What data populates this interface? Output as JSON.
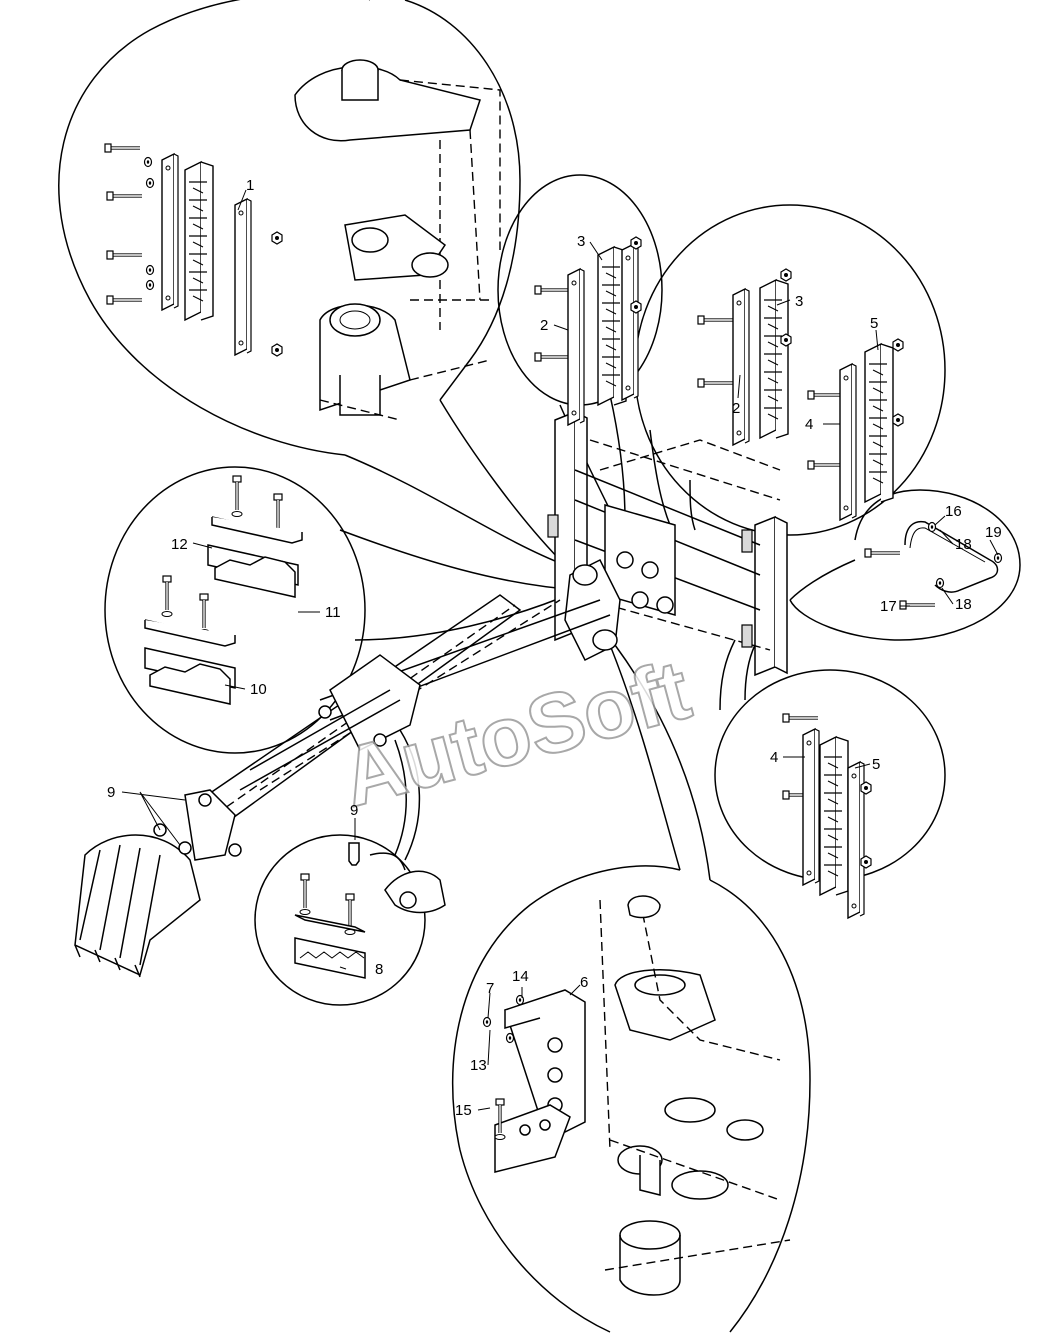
{
  "watermark": "AutoSoft",
  "callouts": [
    {
      "id": "c1",
      "text": "1"
    },
    {
      "id": "c2a",
      "text": "2"
    },
    {
      "id": "c2b",
      "text": "2"
    },
    {
      "id": "c3a",
      "text": "3"
    },
    {
      "id": "c3b",
      "text": "3"
    },
    {
      "id": "c4a",
      "text": "4"
    },
    {
      "id": "c4b",
      "text": "4"
    },
    {
      "id": "c5a",
      "text": "5"
    },
    {
      "id": "c5b",
      "text": "5"
    },
    {
      "id": "c6",
      "text": "6"
    },
    {
      "id": "c7",
      "text": "7"
    },
    {
      "id": "c8",
      "text": "8"
    },
    {
      "id": "c9a",
      "text": "9"
    },
    {
      "id": "c9b",
      "text": "9"
    },
    {
      "id": "c10",
      "text": "10"
    },
    {
      "id": "c11",
      "text": "11"
    },
    {
      "id": "c12",
      "text": "12"
    },
    {
      "id": "c13",
      "text": "13"
    },
    {
      "id": "c14",
      "text": "14"
    },
    {
      "id": "c15",
      "text": "15"
    },
    {
      "id": "c16",
      "text": "16"
    },
    {
      "id": "c17",
      "text": "17"
    },
    {
      "id": "c18a",
      "text": "18"
    },
    {
      "id": "c18b",
      "text": "18"
    },
    {
      "id": "c19",
      "text": "19"
    }
  ]
}
